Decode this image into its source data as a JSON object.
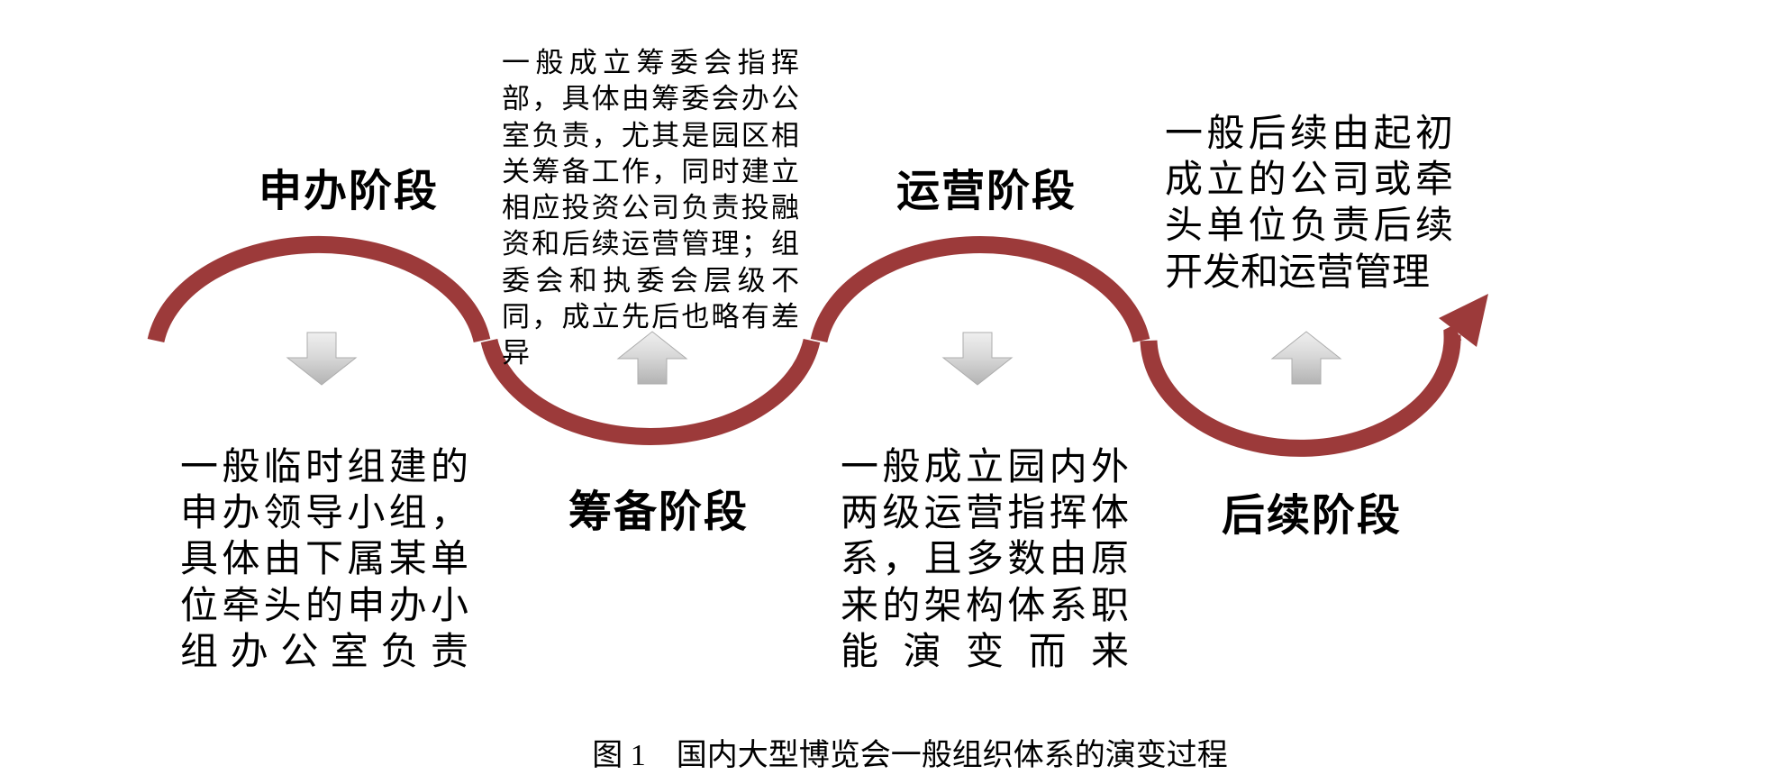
{
  "diagram": {
    "title_caption": "图 1　国内大型博览会一般组织体系的演变过程",
    "phases": [
      {
        "label": "申办阶段",
        "arrow_direction": "down",
        "description": "一般临时组建的申办领导小组，具体由下属某单位牵头的申办小组办公室负责"
      },
      {
        "label": "筹备阶段",
        "arrow_direction": "up",
        "description": "一般成立筹委会指挥部，具体由筹委会办公室负责，尤其是园区相关筹备工作，同时建立相应投资公司负责投融资和后续运营管理；组委会和执委会层级不同，成立先后也略有差异"
      },
      {
        "label": "运营阶段",
        "arrow_direction": "down",
        "description": "一般成立园内外两级运营指挥体系，且多数由原来的架构体系职能演变而来"
      },
      {
        "label": "后续阶段",
        "arrow_direction": "up",
        "description": "一般后续由起初成立的公司或牵头单位负责后续开发和运营管理"
      }
    ],
    "icons": [
      "block-arrow-down-icon",
      "block-arrow-up-icon",
      "block-arrow-down-icon",
      "block-arrow-up-icon",
      "curve-arrowhead-icon"
    ],
    "colors": {
      "curve": "#9c3a3a",
      "block_arrow_light": "#ededed",
      "block_arrow_dark": "#b5b5b5",
      "text": "#000000"
    }
  }
}
